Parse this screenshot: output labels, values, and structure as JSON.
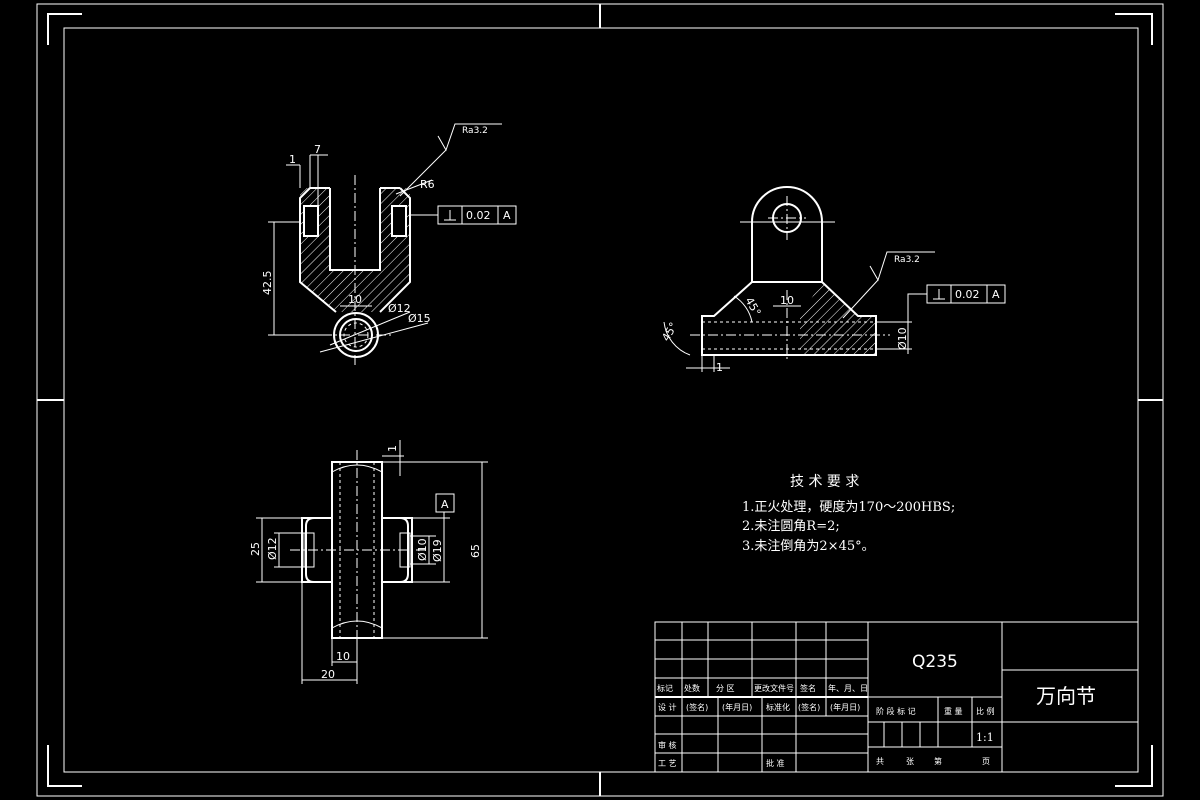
{
  "technical_requirements": {
    "title": "技 术 要 求",
    "items": [
      "1.正火处理，硬度为170～200HBS;",
      "2.未注圆角R=2;",
      "3.未注倒角为2×45°。"
    ]
  },
  "view_top_left": {
    "dims": {
      "d_1": "1",
      "d_7": "7",
      "d_42_5": "42.5",
      "d_10": "10",
      "d_phi12": "Ø12",
      "d_phi15": "Ø15",
      "r6": "R6",
      "roughness": "Ra3.2"
    },
    "fcf": {
      "tolerance": "0.02",
      "datum": "A"
    }
  },
  "view_top_right": {
    "dims": {
      "d_10": "10",
      "angle1": "45°",
      "angle2": "45°",
      "d_1": "1",
      "d_phi10": "Ø10",
      "roughness": "Ra3.2"
    },
    "fcf": {
      "tolerance": "0.02",
      "datum": "A"
    }
  },
  "view_bottom": {
    "dims": {
      "d_1": "1",
      "d_25": "25",
      "d_phi12": "Ø12",
      "d_phi10": "Ø10",
      "d_phi19": "Ø19",
      "d_65": "65",
      "d_10": "10",
      "d_20": "20"
    },
    "datum_label": "A"
  },
  "title_block": {
    "material": "Q235",
    "part_name": "万向节",
    "scale": "1:1",
    "row_labels": {
      "biaoji": "标记",
      "chushu": "处数",
      "fenqu": "分 区",
      "gengai": "更改文件号",
      "qianming": "签名",
      "date": "年、月、日",
      "sheji": "设 计",
      "qianming2": "(签名)",
      "nianyueri": "(年月日)",
      "biaozhunhua": "标准化",
      "qianming3": "(签名)",
      "nianyueri2": "(年月日)",
      "shenhe": "审 核",
      "gongyi": "工 艺",
      "pizhun": "批 准"
    },
    "stage_labels": {
      "stage": "阶 段 标 记",
      "weight": "重 量",
      "ratio": "比 例"
    },
    "sheet_labels": {
      "total": "共",
      "sheets": "张",
      "nth": "第",
      "page": "页"
    }
  }
}
